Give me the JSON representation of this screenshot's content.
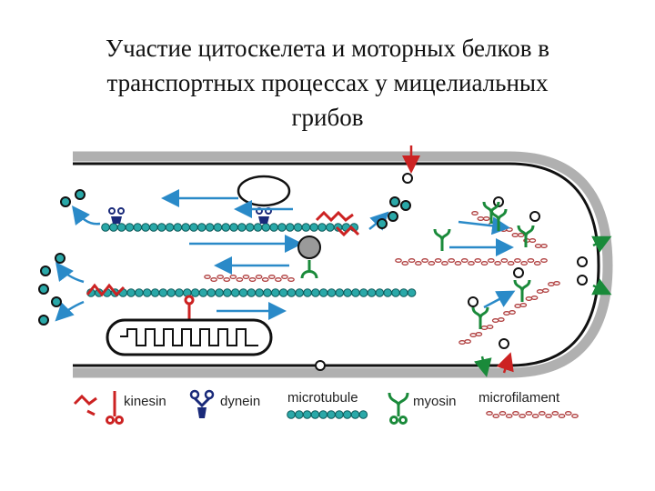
{
  "title": {
    "line1": "Участие цитоскелета и моторных белков в",
    "line2": "транспортных процессах у мицелиальных",
    "line3": "грибов"
  },
  "legend": {
    "kinesin": "kinesin",
    "dynein": "dynein",
    "microtubule": "microtubule",
    "myosin": "myosin",
    "microfilament": "microfilament"
  },
  "colors": {
    "kinesin": "#cc2222",
    "dynein": "#1a2a7a",
    "microtubule": "#2aa8a8",
    "myosin": "#1a8a3a",
    "microfilament": "#b04040",
    "arrow_blue": "#2a8ac8",
    "wall": "#b0b0b0",
    "membrane": "#111111"
  },
  "icons": [
    "kinesin-icon",
    "dynein-icon",
    "microtubule-icon",
    "myosin-icon",
    "microfilament-icon",
    "vesicle-icon",
    "mitochondrion-icon"
  ]
}
